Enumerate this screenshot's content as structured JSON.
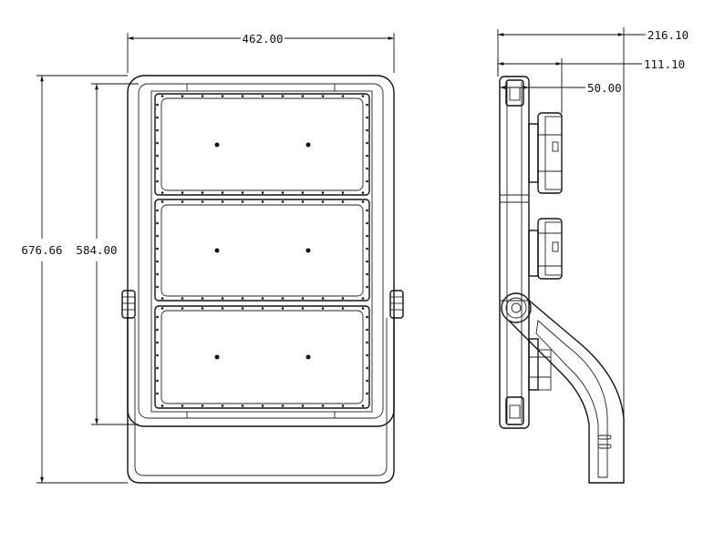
{
  "front_view": {
    "dim_width": "462.00",
    "dim_total_height": "676.66",
    "dim_body_height": "584.00"
  },
  "side_view": {
    "dim_total_depth": "216.10",
    "dim_mid_depth": "111.10",
    "dim_body_depth": "50.00"
  }
}
